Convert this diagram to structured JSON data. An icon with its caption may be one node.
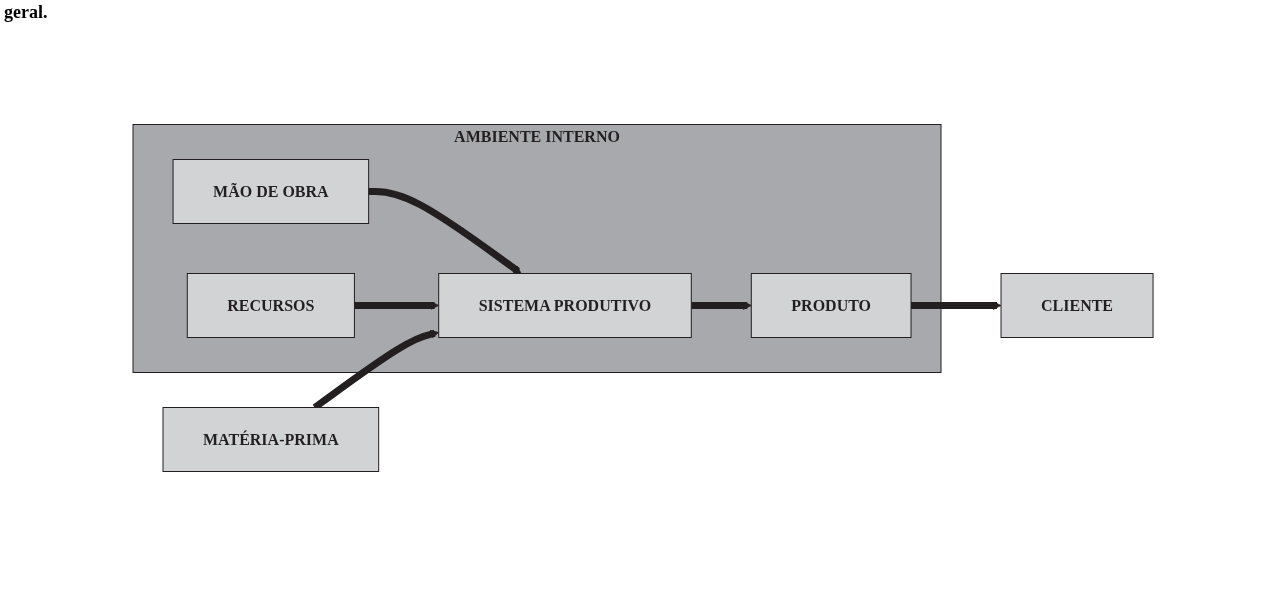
{
  "diagram": {
    "nodes": [
      {
        "text": [
          "AMBIENTE INTERNO"
        ]
      },
      {
        "text": [
          "MÃO DE OBRA"
        ],
        "in": 0
      },
      {
        "text": [
          "MATÉRIA-PRIMA"
        ]
      },
      {
        "text": [
          "SISTEMA PRODUTIVO"
        ],
        "in": 0
      },
      {
        "text": [
          "PRODUTO"
        ],
        "in": 0
      },
      {
        "text": [
          "CLIENTE"
        ]
      },
      {
        "text": [
          "RECURSOS"
        ],
        "in": 0
      }
    ],
    "edges": [
      {
        "from": 1,
        "to": 3,
        "arrow": "to"
      },
      {
        "from": 2,
        "to": 3,
        "arrow": "to"
      },
      {
        "from": 3,
        "to": 4,
        "arrow": "to"
      },
      {
        "from": 4,
        "to": 5,
        "arrow": "to"
      },
      {
        "from": 6,
        "to": 3,
        "arrow": "to"
      }
    ],
    "labels": [
      "geral."
    ]
  }
}
